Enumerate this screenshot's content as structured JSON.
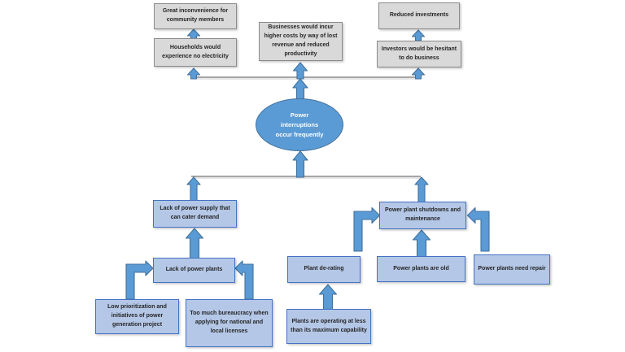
{
  "colors": {
    "effect_box_fill": "#d9d9d9",
    "effect_box_border": "#8a8a8a",
    "cause_box_fill": "#b4c7e7",
    "cause_box_border": "#4472c4",
    "center_fill": "#5b9bd5",
    "arrow_fill": "#5b9bd5",
    "arrow_border": "#41719c"
  },
  "center": {
    "label": "Power interruptions occur frequently"
  },
  "nodes": {
    "great_inconvenience": {
      "label": "Great inconvenience for community members"
    },
    "households_no_electricity": {
      "label": "Households would experience no electricity"
    },
    "businesses_higher_costs": {
      "label": "Businesses would incur higher costs by way of lost revenue and reduced productivity"
    },
    "reduced_investments": {
      "label": "Reduced investments"
    },
    "investors_hesitant": {
      "label": "Investors would be hesitant to do business"
    },
    "lack_power_supply": {
      "label": "Lack of power supply that can cater demand"
    },
    "lack_power_plants": {
      "label": "Lack of power plants"
    },
    "plant_derating": {
      "label": "Plant de-rating"
    },
    "plant_shutdowns": {
      "label": "Power plant shutdowns and maintenance"
    },
    "plants_old": {
      "label": "Power plants are old"
    },
    "plants_need_repair": {
      "label": "Power plants need repair"
    },
    "low_prioritization": {
      "label": "Low prioritization and initiatives of power generation project"
    },
    "too_much_bureaucracy": {
      "label": "Too much bureaucracy when applying for national and local licenses"
    },
    "plants_operating_below_max": {
      "label": "Plants are operating at less than its maximum capability"
    }
  }
}
